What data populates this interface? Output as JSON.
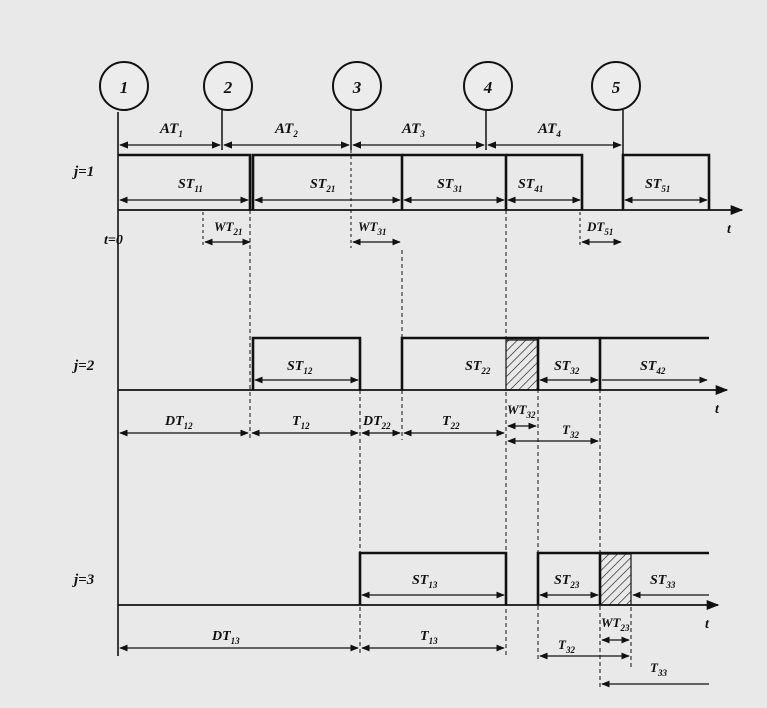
{
  "colors": {
    "background": "#e9e9e9",
    "ink": "#111111"
  },
  "events": [
    {
      "number": "1"
    },
    {
      "number": "2"
    },
    {
      "number": "3"
    },
    {
      "number": "4"
    },
    {
      "number": "5"
    }
  ],
  "arrivals": [
    {
      "base": "AT",
      "sub": "1"
    },
    {
      "base": "AT",
      "sub": "2"
    },
    {
      "base": "AT",
      "sub": "3"
    },
    {
      "base": "AT",
      "sub": "4"
    }
  ],
  "stages": [
    {
      "label": "j=1",
      "blocks": [
        {
          "base": "ST",
          "sub": "11"
        },
        {
          "base": "ST",
          "sub": "21"
        },
        {
          "base": "ST",
          "sub": "31"
        },
        {
          "base": "ST",
          "sub": "41"
        },
        {
          "base": "ST",
          "sub": "51"
        }
      ],
      "intervals": [
        {
          "base": "WT",
          "sub": "21"
        },
        {
          "base": "WT",
          "sub": "31"
        },
        {
          "base": "DT",
          "sub": "51"
        }
      ]
    },
    {
      "label": "j=2",
      "blocks": [
        {
          "base": "ST",
          "sub": "12"
        },
        {
          "base": "ST",
          "sub": "22"
        },
        {
          "base": "ST",
          "sub": "32"
        },
        {
          "base": "ST",
          "sub": "42"
        }
      ],
      "intervals": [
        {
          "base": "DT",
          "sub": "12"
        },
        {
          "base": "T",
          "sub": "12"
        },
        {
          "base": "DT",
          "sub": "22"
        },
        {
          "base": "T",
          "sub": "22"
        },
        {
          "base": "WT",
          "sub": "32"
        },
        {
          "base": "T",
          "sub": "32"
        }
      ]
    },
    {
      "label": "j=3",
      "blocks": [
        {
          "base": "ST",
          "sub": "13"
        },
        {
          "base": "ST",
          "sub": "23"
        },
        {
          "base": "ST",
          "sub": "33"
        }
      ],
      "intervals": [
        {
          "base": "DT",
          "sub": "13"
        },
        {
          "base": "T",
          "sub": "13"
        },
        {
          "base": "T",
          "sub": "32"
        },
        {
          "base": "WT",
          "sub": "23"
        },
        {
          "base": "T",
          "sub": "33"
        }
      ]
    }
  ],
  "time_origin": "t=0",
  "axis_label": "t"
}
